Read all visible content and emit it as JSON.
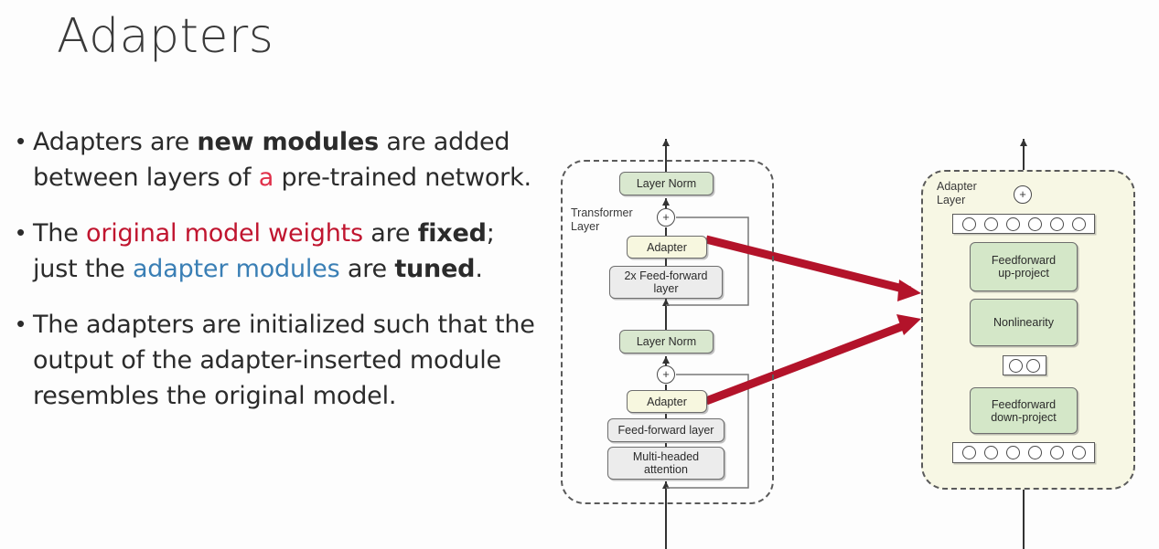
{
  "slide": {
    "title": "Adapters",
    "background_color": "#fdfdfd",
    "bullet_marker": "•"
  },
  "bullets": [
    {
      "id": "bullet-1",
      "segments": [
        {
          "text": "Adapters are ",
          "style": "normal"
        },
        {
          "text": "new modules",
          "style": "bold"
        },
        {
          "text": " are added between layers of ",
          "style": "normal"
        },
        {
          "text": "a",
          "style": "red-char"
        },
        {
          "text": " pre-trained network.",
          "style": "normal"
        }
      ],
      "plain": "Adapters are new modules are added between layers of a pre-trained network."
    },
    {
      "id": "bullet-2",
      "segments": [
        {
          "text": "The ",
          "style": "normal"
        },
        {
          "text": "original model weights",
          "style": "red-word"
        },
        {
          "text": " are ",
          "style": "normal"
        },
        {
          "text": "fixed",
          "style": "bold"
        },
        {
          "text": "; just the ",
          "style": "normal"
        },
        {
          "text": "adapter modules",
          "style": "blue-word"
        },
        {
          "text": " are ",
          "style": "normal"
        },
        {
          "text": "tuned",
          "style": "bold"
        },
        {
          "text": ".",
          "style": "normal"
        }
      ],
      "plain": "The original model weights are fixed; just the adapter modules are tuned."
    },
    {
      "id": "bullet-3",
      "segments": [
        {
          "text": "The adapters are initialized such that the output of the adapter-inserted module resembles the original model.",
          "style": "normal"
        }
      ],
      "plain": "The adapters are initialized such that the output of the adapter-inserted module resembles the original model."
    }
  ],
  "colors": {
    "red_highlight": "#c0152f",
    "red_char": "#e0304a",
    "blue_highlight": "#3a7fb5",
    "arrow_red": "#b3132a",
    "node_green": "#d9e8cf",
    "node_yellow": "#f7f7df",
    "node_gray": "#ececec",
    "adapter_panel_bg": "#f7f7e4",
    "text": "#2b2b2b"
  },
  "diagram": {
    "transformer_panel": {
      "label": "Transformer\nLayer",
      "nodes": [
        {
          "id": "layer-norm-top",
          "label": "Layer Norm",
          "fill": "green"
        },
        {
          "id": "adapter-top",
          "label": "Adapter",
          "fill": "yellow"
        },
        {
          "id": "feed-forward-2x",
          "label": "2x Feed-forward\nlayer",
          "fill": "gray"
        },
        {
          "id": "layer-norm-bottom",
          "label": "Layer Norm",
          "fill": "green"
        },
        {
          "id": "adapter-bottom",
          "label": "Adapter",
          "fill": "yellow"
        },
        {
          "id": "feed-forward-layer",
          "label": "Feed-forward layer",
          "fill": "gray"
        },
        {
          "id": "multi-headed-attention",
          "label": "Multi-headed\nattention",
          "fill": "gray"
        }
      ],
      "add_symbol": "+",
      "add_count": 2
    },
    "adapter_panel": {
      "label": "Adapter\nLayer",
      "nodes": [
        {
          "id": "feedforward-up-project",
          "label": "Feedforward\nup-project",
          "fill": "green2"
        },
        {
          "id": "nonlinearity",
          "label": "Nonlinearity",
          "fill": "green2"
        },
        {
          "id": "feedforward-down-project",
          "label": "Feedforward\ndown-project",
          "fill": "green2"
        }
      ],
      "neuron_rows": [
        {
          "id": "neurons-top",
          "count": 6
        },
        {
          "id": "neurons-middle",
          "count": 2
        },
        {
          "id": "neurons-bottom",
          "count": 6
        }
      ],
      "add_symbol": "+",
      "add_count": 1
    },
    "callout_arrows": [
      {
        "id": "arrow-adapter-top",
        "from": "adapter-top",
        "to": "adapter-panel"
      },
      {
        "id": "arrow-adapter-bottom",
        "from": "adapter-bottom",
        "to": "adapter-panel"
      }
    ]
  }
}
